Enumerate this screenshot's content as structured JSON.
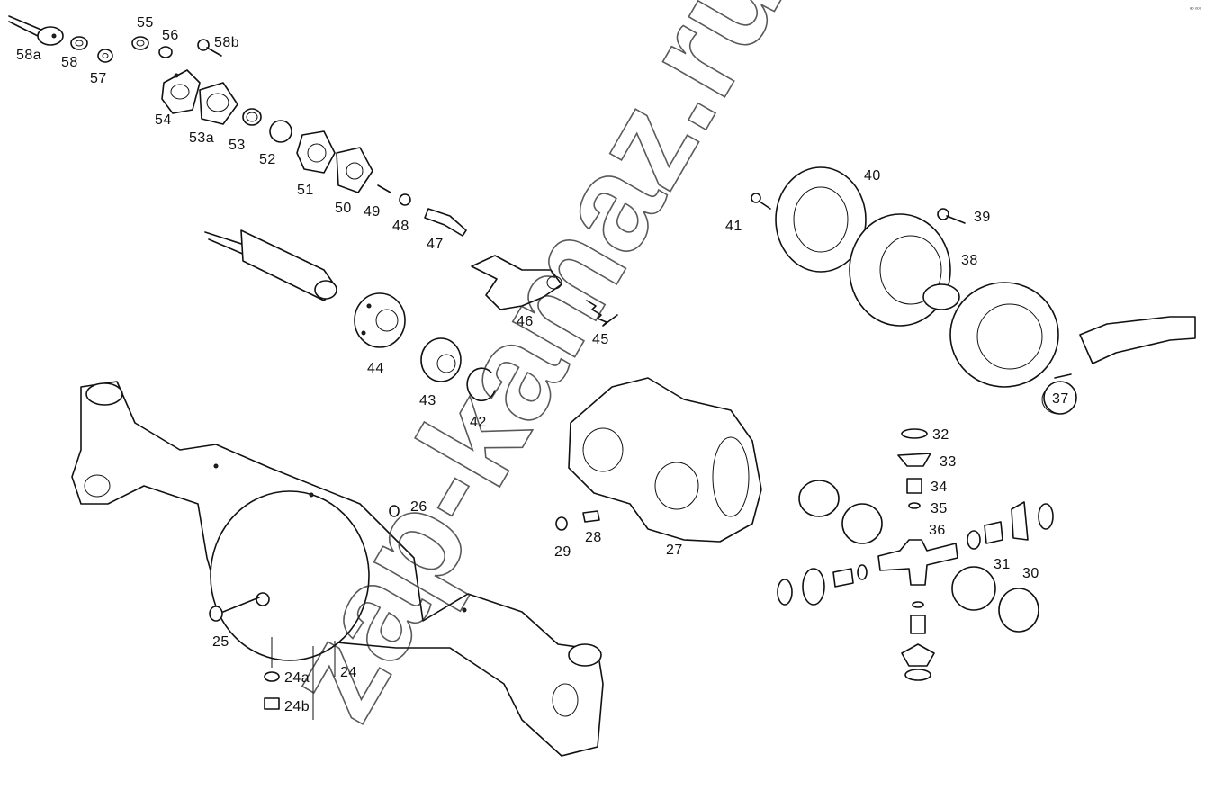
{
  "watermark": "zap-kamaz.ru",
  "corner_mark": "ᵃᵒ ᵒᵒᵒ",
  "labels": {
    "p58a": "58a",
    "p58": "58",
    "p57": "57",
    "p55": "55",
    "p56": "56",
    "p58b": "58b",
    "p54": "54",
    "p53a": "53a",
    "p53": "53",
    "p52": "52",
    "p51": "51",
    "p50": "50",
    "p49": "49",
    "p48": "48",
    "p47": "47",
    "p46": "46",
    "p45": "45",
    "p44": "44",
    "p43": "43",
    "p42": "42",
    "p41": "41",
    "p40": "40",
    "p39": "39",
    "p38": "38",
    "p37": "37",
    "p32": "32",
    "p33": "33",
    "p34": "34",
    "p35": "35",
    "p36": "36",
    "p31": "31",
    "p30": "30",
    "p29": "29",
    "p28": "28",
    "p27": "27",
    "p26": "26",
    "p25": "25",
    "p24": "24",
    "p24a": "24a",
    "p24b": "24b"
  }
}
